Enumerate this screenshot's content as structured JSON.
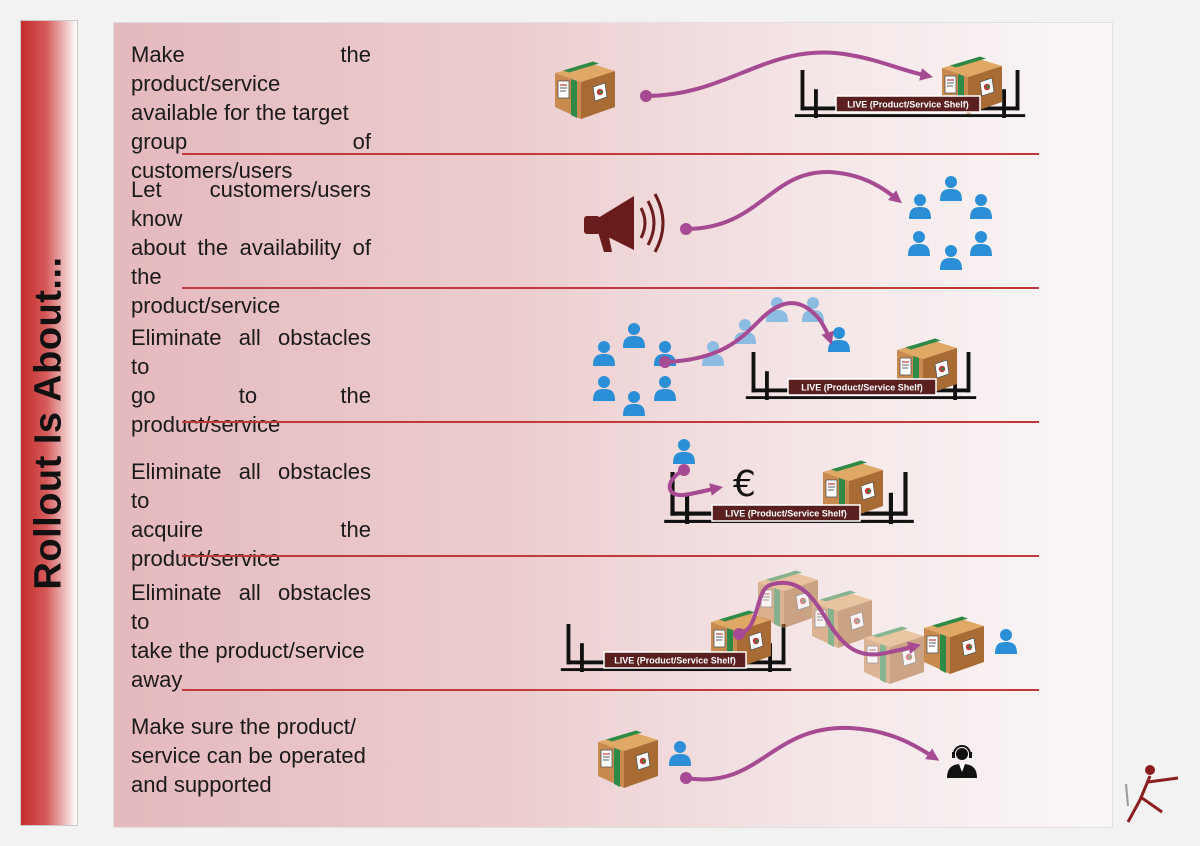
{
  "side_title": "Rollout Is About...",
  "shelf_label": "LIVE (Product/Service Shelf)",
  "euro_symbol": "€",
  "colors": {
    "accent": "#c0393b",
    "arrow": "#a54a93",
    "person": "#2a8fd6",
    "box": "#c88a4e",
    "shelf_label_bg": "#5a1f1f"
  },
  "icons": [
    "box-icon",
    "shelf-icon",
    "megaphone-icon",
    "person-icon",
    "support-agent-icon",
    "logo-icon"
  ],
  "steps": [
    {
      "lines": [
        "Make the product/service",
        "available for the target",
        "group of customers/users"
      ]
    },
    {
      "lines": [
        "Let customers/users know",
        "about the availability of the",
        "product/service"
      ]
    },
    {
      "lines": [
        "Eliminate all obstacles to",
        "go to the product/service"
      ]
    },
    {
      "lines": [
        "Eliminate all obstacles to",
        "acquire the product/service"
      ]
    },
    {
      "lines": [
        "Eliminate all obstacles to",
        "take the product/service",
        "away"
      ]
    },
    {
      "lines": [
        "Make sure the product/",
        "service can be operated",
        "and supported"
      ]
    }
  ]
}
